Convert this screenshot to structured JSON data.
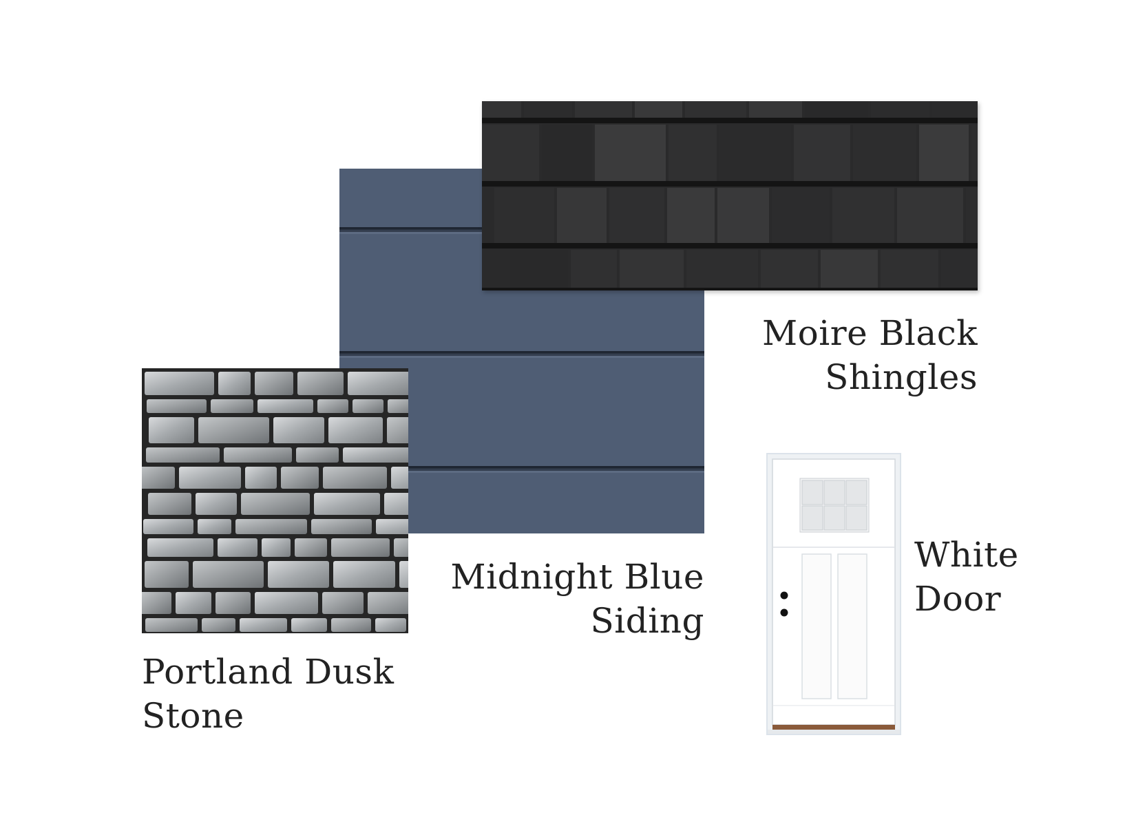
{
  "swatches": [
    {
      "id": "shingles",
      "material": "shingle-texture",
      "color": "#2d2d2e",
      "label_line1": "Moire Black",
      "label_line2": "Shingles"
    },
    {
      "id": "siding",
      "material": "lap-siding-texture",
      "color": "#4f5d74",
      "label_line1": "Midnight Blue",
      "label_line2": "Siding"
    },
    {
      "id": "stone",
      "material": "stacked-stone-texture",
      "color": "#a9adb0",
      "label_line1": "Portland Dusk",
      "label_line2": "Stone"
    },
    {
      "id": "door",
      "material": "craftsman-door",
      "color": "#ffffff",
      "label_line1": "White",
      "label_line2": "Door"
    }
  ]
}
